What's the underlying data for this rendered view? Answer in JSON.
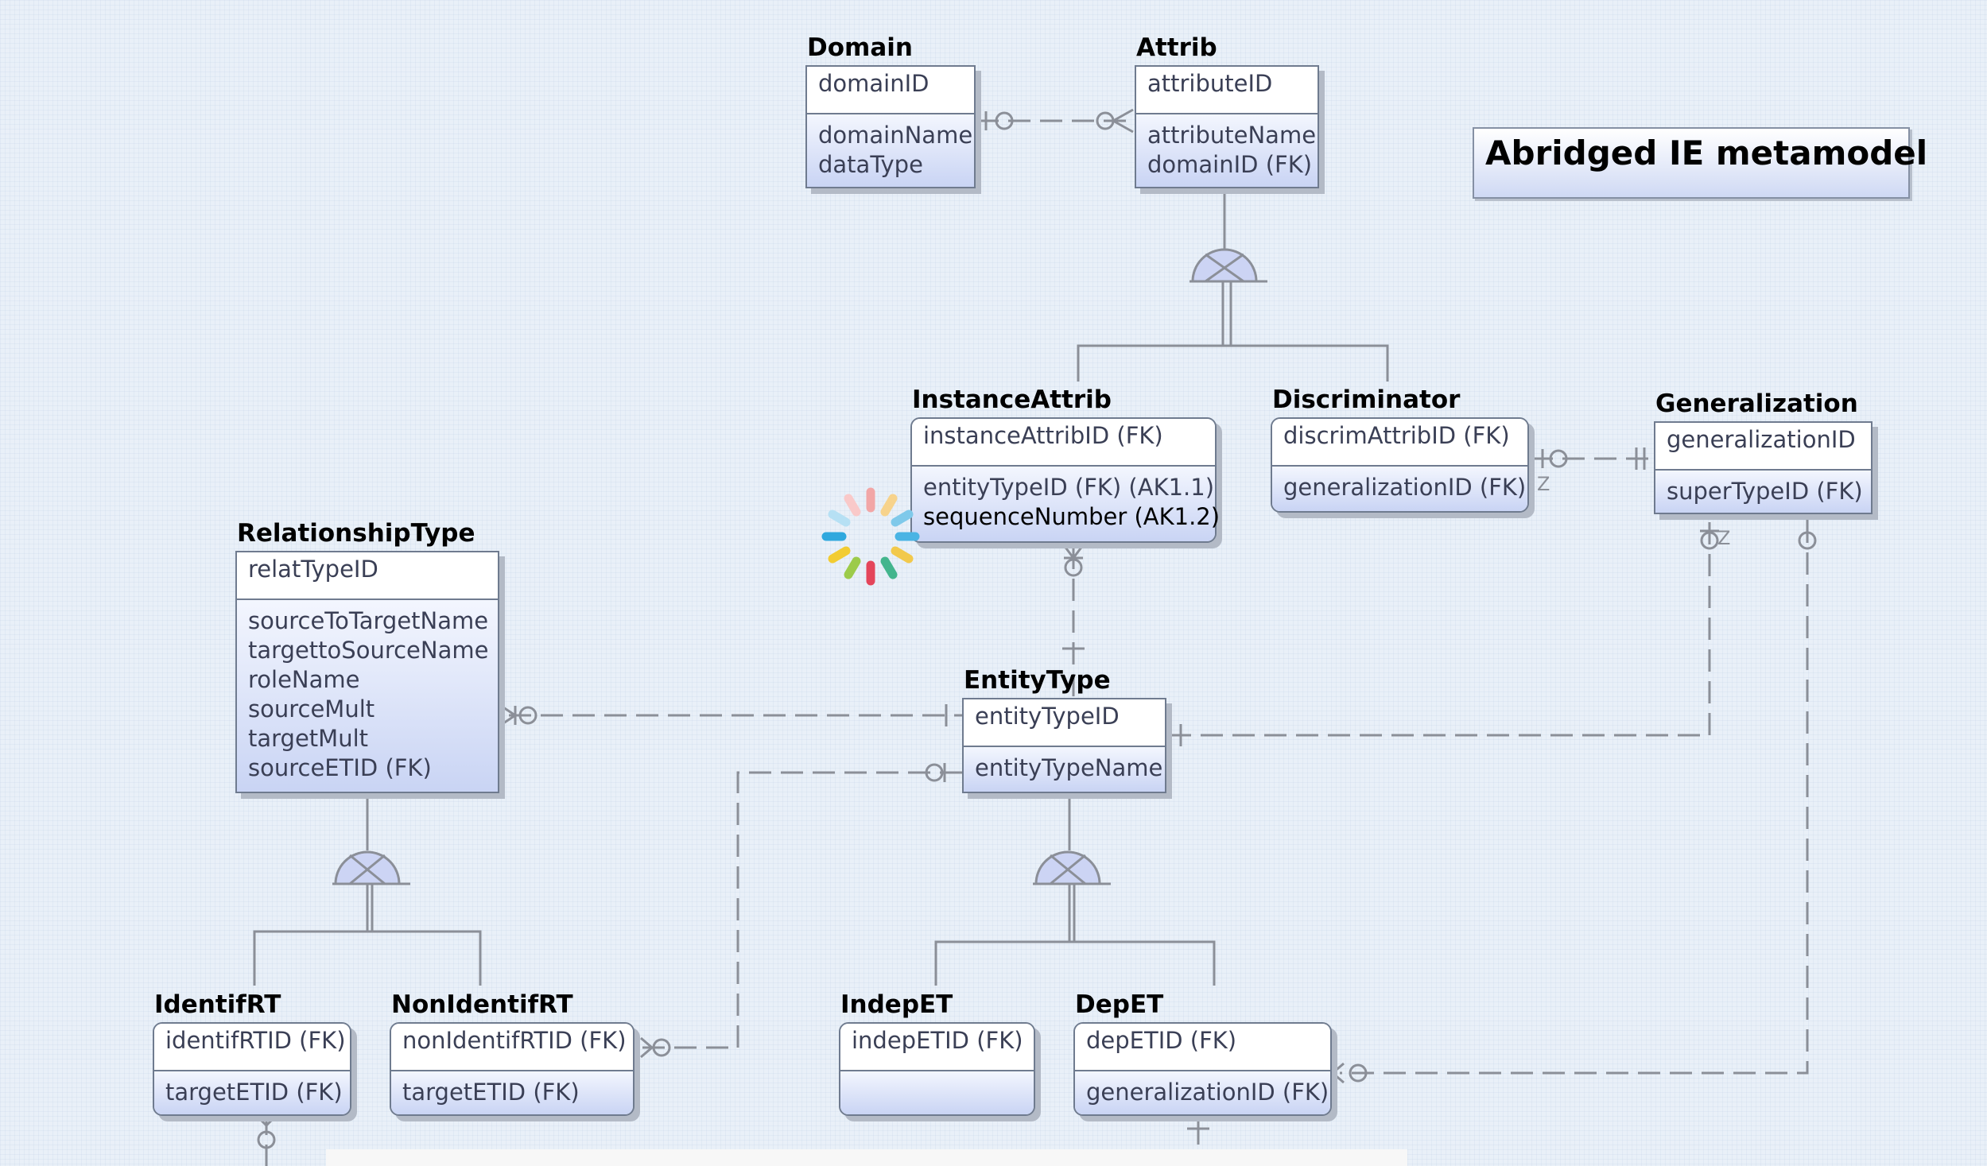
{
  "diagram_title": "Abridged IE metamodel",
  "entities": {
    "domain": {
      "name": "Domain",
      "key": [
        "domainID"
      ],
      "attrs": [
        "domainName",
        "dataType"
      ]
    },
    "attrib": {
      "name": "Attrib",
      "key": [
        "attributeID"
      ],
      "attrs": [
        "attributeName",
        "domainID (FK)"
      ]
    },
    "instanceattrib": {
      "name": "InstanceAttrib",
      "key": [
        "instanceAttribID (FK)"
      ],
      "attrs": [
        "entityTypeID (FK) (AK1.1)",
        "sequenceNumber (AK1.2)"
      ]
    },
    "discriminator": {
      "name": "Discriminator",
      "key": [
        "discrimAttribID (FK)"
      ],
      "attrs": [
        "generalizationID (FK)"
      ]
    },
    "generalization": {
      "name": "Generalization",
      "key": [
        "generalizationID"
      ],
      "attrs": [
        "superTypeID (FK)"
      ]
    },
    "relationshiptype": {
      "name": "RelationshipType",
      "key": [
        "relatTypeID"
      ],
      "attrs": [
        "sourceToTargetName",
        "targettoSourceName",
        "roleName",
        "sourceMult",
        "targetMult",
        "sourceETID (FK)"
      ]
    },
    "entitytype": {
      "name": "EntityType",
      "key": [
        "entityTypeID"
      ],
      "attrs": [
        "entityTypeName"
      ]
    },
    "identifrt": {
      "name": "IdentifRT",
      "key": [
        "identifRTID (FK)"
      ],
      "attrs": [
        "targetETID (FK)"
      ]
    },
    "nonidentifrt": {
      "name": "NonIdentifRT",
      "key": [
        "nonIdentifRTID (FK)"
      ],
      "attrs": [
        "targetETID (FK)"
      ]
    },
    "indepet": {
      "name": "IndepET",
      "key": [
        "indepETID (FK)"
      ],
      "attrs": []
    },
    "depet": {
      "name": "DepET",
      "key": [
        "depETID (FK)"
      ],
      "attrs": [
        "generalizationID (FK)"
      ]
    }
  },
  "marker_labels": {
    "discriminator_z": "Z",
    "generalization_z": "Z"
  },
  "colors": {
    "background": "#e9f0f8",
    "border": "#6f7b8f",
    "line": "#8b8f98",
    "attr_fill_bottom": "#c9d4f4"
  },
  "overlay": {
    "loading_spinner": "loading-spinner-icon"
  }
}
